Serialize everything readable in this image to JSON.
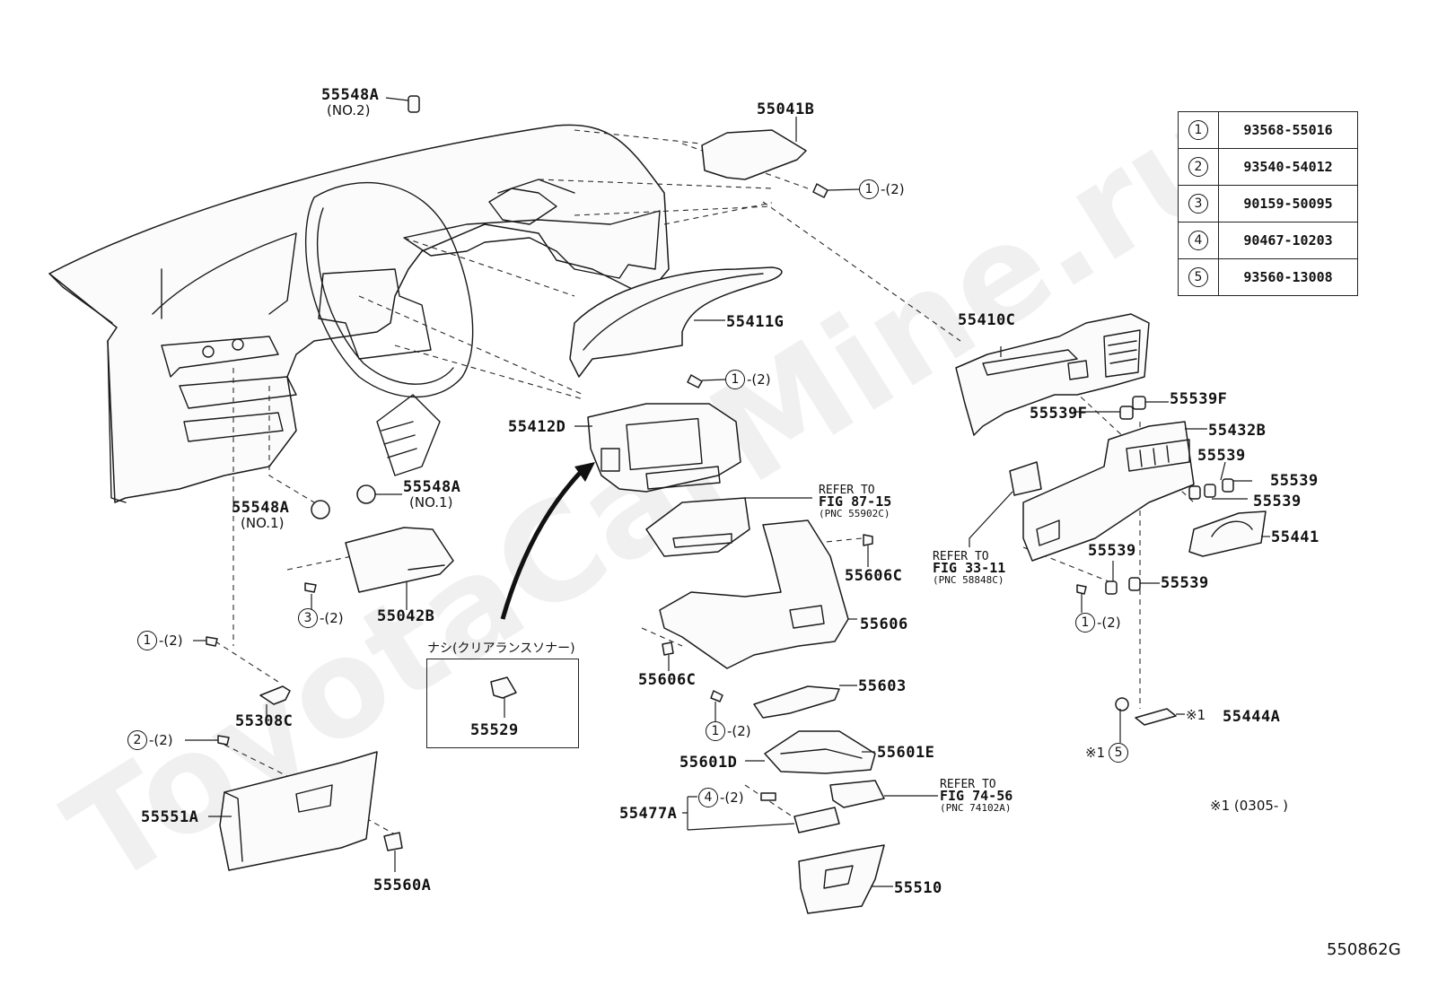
{
  "diagram": {
    "title": "Instrument panel parts diagram",
    "figure_id": "550862G",
    "watermark": "ToyotaCarMine.ru",
    "legend": [
      {
        "key": "1",
        "part_no": "93568-55016"
      },
      {
        "key": "2",
        "part_no": "93540-54012"
      },
      {
        "key": "3",
        "part_no": "90159-50095"
      },
      {
        "key": "4",
        "part_no": "90467-10203"
      },
      {
        "key": "5",
        "part_no": "93560-13008"
      }
    ],
    "callouts": {
      "p55548A_no2": "55548A",
      "p55548A_no2_sub": "(NO.2)",
      "p55041B": "55041B",
      "p55411G": "55411G",
      "p55410C": "55410C",
      "p55412D": "55412D",
      "p55539F_a": "55539F",
      "p55539F_b": "55539F",
      "p55432B": "55432B",
      "p55539_a": "55539",
      "p55539_b": "55539",
      "p55539_c": "55539",
      "p55539_d": "55539",
      "p55539_e": "55539",
      "p55441": "55441",
      "p55548A_no1a": "55548A",
      "p55548A_no1a_sub": "(NO.1)",
      "p55548A_no1b": "55548A",
      "p55548A_no1b_sub": "(NO.1)",
      "p55042B": "55042B",
      "p55308C": "55308C",
      "p55551A": "55551A",
      "p55560A": "55560A",
      "p55529": "55529",
      "p55606C_a": "55606C",
      "p55606C_b": "55606C",
      "p55606": "55606",
      "p55603": "55603",
      "p55601E": "55601E",
      "p55601D": "55601D",
      "p55477A": "55477A",
      "p55510": "55510",
      "p55444A": "55444A",
      "p55444A_mark": "※1"
    },
    "fasteners": {
      "f1_top": {
        "key": "1",
        "qty": "-(2)"
      },
      "f1_55411": {
        "key": "1",
        "qty": "-(2)"
      },
      "f3": {
        "key": "3",
        "qty": "-(2)"
      },
      "f1_left": {
        "key": "1",
        "qty": "-(2)"
      },
      "f2_left": {
        "key": "2",
        "qty": "-(2)"
      },
      "f1_55603": {
        "key": "1",
        "qty": "-(2)"
      },
      "f4": {
        "key": "4",
        "qty": "-(2)"
      },
      "f1_right": {
        "key": "1",
        "qty": "-(2)"
      },
      "f5": {
        "key": "5",
        "prefix": "※1"
      }
    },
    "references": {
      "r1": {
        "line1": "REFER TO",
        "line2": "FIG 87-15",
        "line3": "(PNC 55902C)"
      },
      "r2": {
        "line1": "REFER TO",
        "line2": "FIG 33-11",
        "line3": "(PNC 58848C)"
      },
      "r3": {
        "line1": "REFER TO",
        "line2": "FIG 74-56",
        "line3": "(PNC 74102A)"
      }
    },
    "option_box_label": "ナシ(クリアランスソナー)",
    "footnote": "※1 (0305-        )"
  }
}
